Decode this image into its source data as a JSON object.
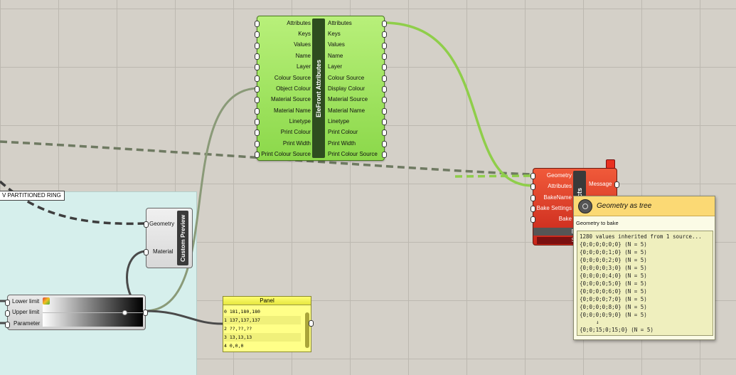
{
  "group_label": "V PARTITIONED RING",
  "elefront": {
    "title": "EleFront Attributes",
    "inputs": [
      "Attributes",
      "Keys",
      "Values",
      "Name",
      "Layer",
      "Colour Source",
      "Object Colour",
      "Material Source",
      "Material Name",
      "Linetype",
      "Print Colour",
      "Print Width",
      "Print Colour Source"
    ],
    "outputs": [
      "Attributes",
      "Keys",
      "Values",
      "Name",
      "Layer",
      "Colour Source",
      "Display Colour",
      "Material Source",
      "Material Name",
      "Linetype",
      "Print Colour",
      "Print Width",
      "Print Colour Source"
    ]
  },
  "custom_preview": {
    "title": "Custom Preview",
    "inputs": [
      "Geometry",
      "Material"
    ]
  },
  "gradient": {
    "inputs": [
      "Lower limit",
      "Upper limit",
      "Parameter"
    ]
  },
  "panel": {
    "title": "Panel",
    "rows": [
      {
        "index": "0",
        "value": "181,180,180"
      },
      {
        "index": "1",
        "value": "137,137,137"
      },
      {
        "index": "2",
        "value": "??,??,??"
      },
      {
        "index": "3",
        "value": "13,13,13"
      },
      {
        "index": "4",
        "value": "0,0,0"
      }
    ]
  },
  "bake": {
    "title": "Objects",
    "inputs": [
      "Geometry",
      "Attributes",
      "BakeName",
      "Bake Settings",
      "Bake"
    ],
    "outputs": [
      "Message"
    ],
    "bottom1": "Ba",
    "bottom2": "Sa"
  },
  "tooltip": {
    "title": "Geometry as tree",
    "subtitle": "Geometry to bake",
    "header_line": "1280 values inherited from 1 source...",
    "lines": [
      "{0;0;0;0;0;0} (N = 5)",
      "{0;0;0;0;1;0} (N = 5)",
      "{0;0;0;0;2;0} (N = 5)",
      "{0;0;0;0;3;0} (N = 5)",
      "{0;0;0;0;4;0} (N = 5)",
      "{0;0;0;0;5;0} (N = 5)",
      "{0;0;0;0;6;0} (N = 5)",
      "{0;0;0;0;7;0} (N = 5)",
      "{0;0;0;0;8;0} (N = 5)",
      "{0;0;0;0;9;0} (N = 5)"
    ],
    "ellipsis": "↓",
    "last_line": "{0;0;15;0;15;0} (N = 5)"
  },
  "colors": {
    "canvas": "#d4d0c8",
    "group": "#d6efec",
    "elefront": "#8bd84a",
    "bake": "#d8341f",
    "panel": "#ffff88",
    "wire_green": "#8fce4a"
  }
}
